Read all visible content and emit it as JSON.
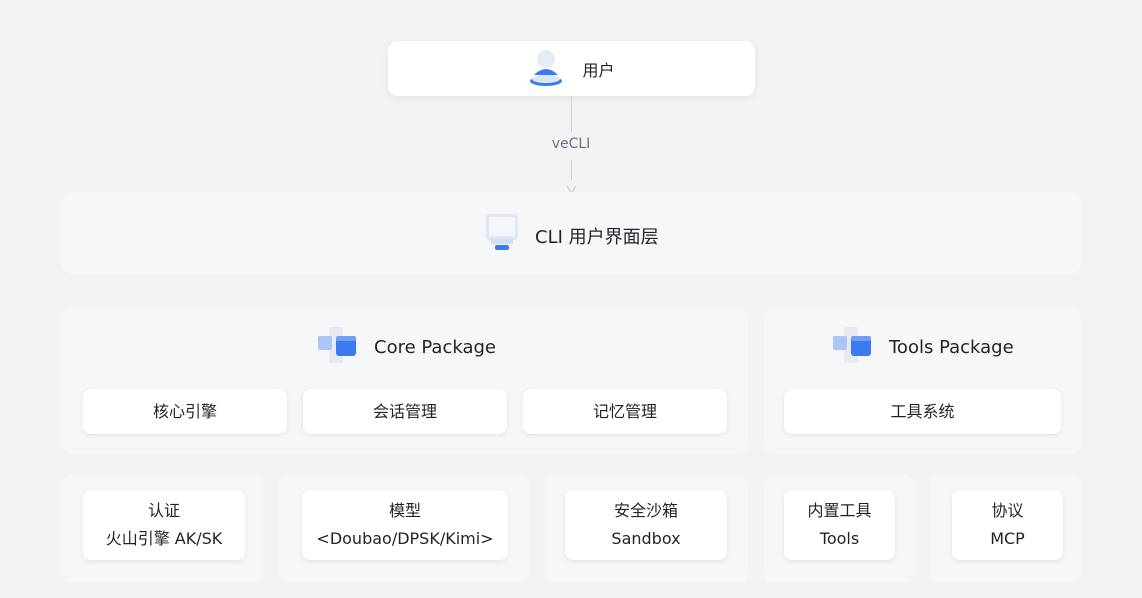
{
  "user": {
    "label": "用户",
    "icon": "user-icon"
  },
  "connector": {
    "label": "veCLI"
  },
  "cli_layer": {
    "label": "CLI 用户界面层",
    "icon": "monitor-icon"
  },
  "core_package": {
    "title": "Core Package",
    "icon": "package-cubes-icon",
    "modules": [
      "核心引擎",
      "会话管理",
      "记忆管理"
    ]
  },
  "tools_package": {
    "title": "Tools Package",
    "icon": "package-cubes-icon",
    "modules": [
      "工具系统"
    ]
  },
  "bottom": [
    {
      "line1": "认证",
      "line2": "火山引擎 AK/SK"
    },
    {
      "line1": "模型",
      "line2": "<Doubao/DPSK/Kimi>"
    },
    {
      "line1": "安全沙箱",
      "line2": "Sandbox"
    },
    {
      "line1": "内置工具",
      "line2": "Tools"
    },
    {
      "line1": "协议",
      "line2": "MCP"
    }
  ],
  "colors": {
    "accent": "#3a7cf0",
    "accent_light": "#a9c6f7",
    "background": "#f2f3f5",
    "panel": "#f6f7f9"
  }
}
